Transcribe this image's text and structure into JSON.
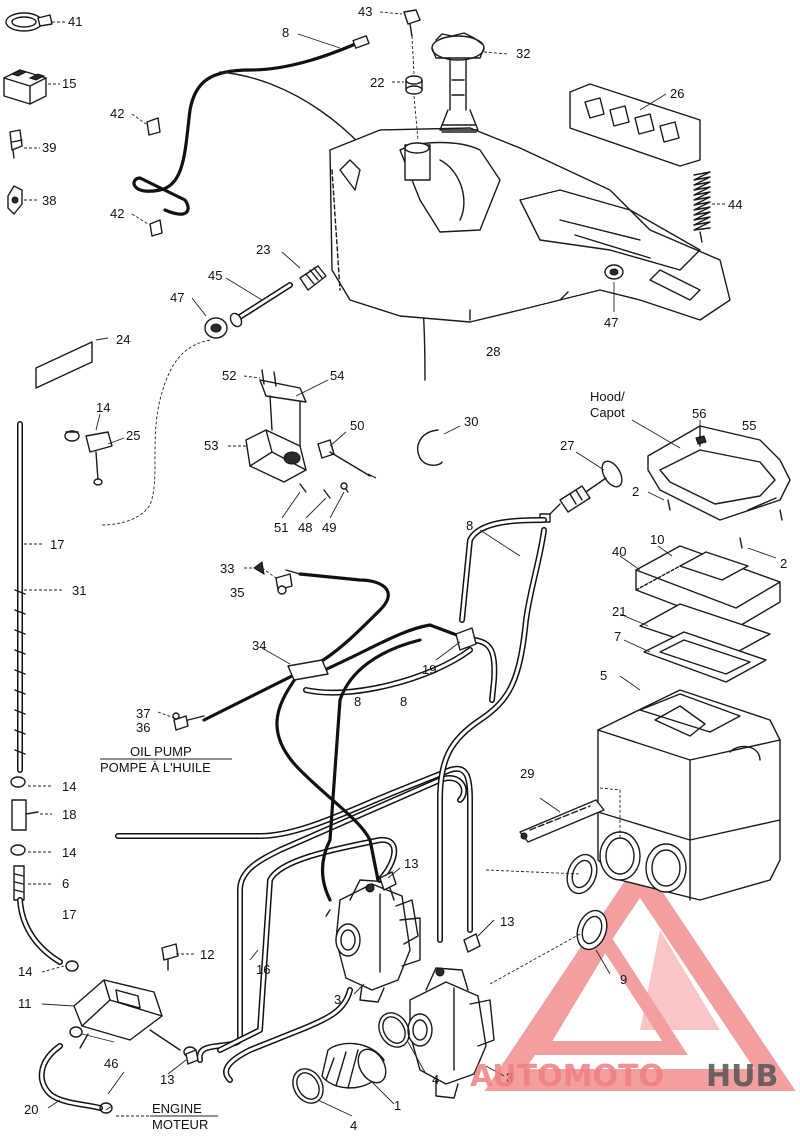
{
  "callouts": {
    "c41": "41",
    "c15": "15",
    "c39": "39",
    "c38": "38",
    "c8a": "8",
    "c43": "43",
    "c22": "22",
    "c32": "32",
    "c26": "26",
    "c44": "44",
    "c42a": "42",
    "c42b": "42",
    "c23": "23",
    "c45": "45",
    "c47a": "47",
    "c47b": "47",
    "c28": "28",
    "c24": "24",
    "c52": "52",
    "c54": "54",
    "c14a": "14",
    "c25": "25",
    "c50": "50",
    "c53": "53",
    "c51": "51",
    "c48": "48",
    "c49": "49",
    "c30": "30",
    "c56": "56",
    "c55": "55",
    "c27": "27",
    "c2a": "2",
    "c2b": "2",
    "c17a": "17",
    "c31": "31",
    "c8b": "8",
    "c10": "10",
    "c40": "40",
    "c33": "33",
    "c35": "35",
    "c21": "21",
    "c7": "7",
    "c34": "34",
    "c19": "19",
    "c5": "5",
    "c8c": "8",
    "c8d": "8",
    "c37": "37",
    "c36": "36",
    "c14b": "14",
    "c18": "18",
    "c29": "29",
    "c14c": "14",
    "c6": "6",
    "c13a": "13",
    "c17b": "17",
    "c13b": "13",
    "c12": "12",
    "c16": "16",
    "c14d": "14",
    "c9": "9",
    "c11": "11",
    "c3a": "3",
    "c46": "46",
    "c13c": "13",
    "c4a": "4",
    "c3b": "3",
    "c20": "20",
    "c1": "1",
    "c4b": "4"
  },
  "notes": {
    "hood_en": "Hood/",
    "hood_fr": "Capot",
    "oil_pump_en": "OIL PUMP",
    "oil_pump_fr": "POMPE À L'HUILE",
    "engine_en": "ENGINE",
    "engine_fr": "MOTEUR"
  },
  "watermark": {
    "part1": "AUTOMOTO",
    "part2": "HUB",
    "color_main": "#f08080",
    "color_dark": "#555555"
  }
}
